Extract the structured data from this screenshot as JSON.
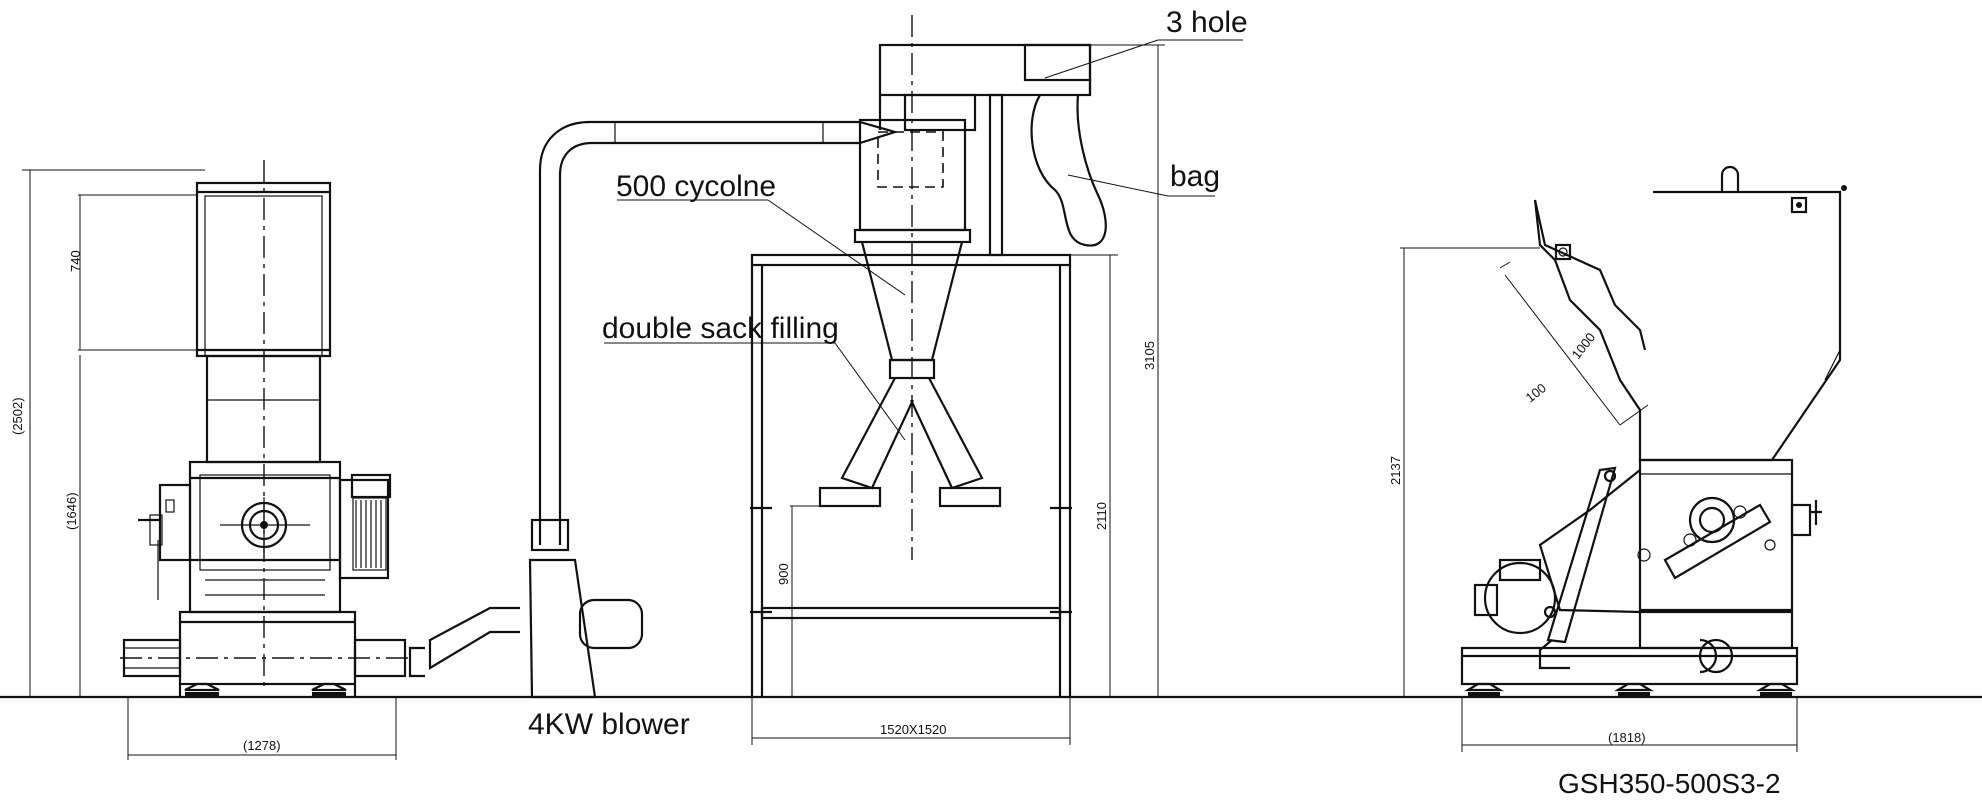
{
  "labels": {
    "hole": "3 hole",
    "bag": "bag",
    "cyclone": "500 cycolne",
    "sack": "double sack filling",
    "blower": "4KW blower",
    "model": "GSH350-500S3-2"
  },
  "dimensions": {
    "hopper_height": "740",
    "total_height": "(2502)",
    "machine_height": "(1646)",
    "base_width": "(1278)",
    "cyclone_total_height": "3105",
    "frame_height": "2110",
    "outlet_height": "900",
    "frame_size": "1520X1520",
    "side_height": "2137",
    "side_length": "(1818)",
    "hopper_feed_length": "1000",
    "hopper_feed_offset": "100"
  }
}
